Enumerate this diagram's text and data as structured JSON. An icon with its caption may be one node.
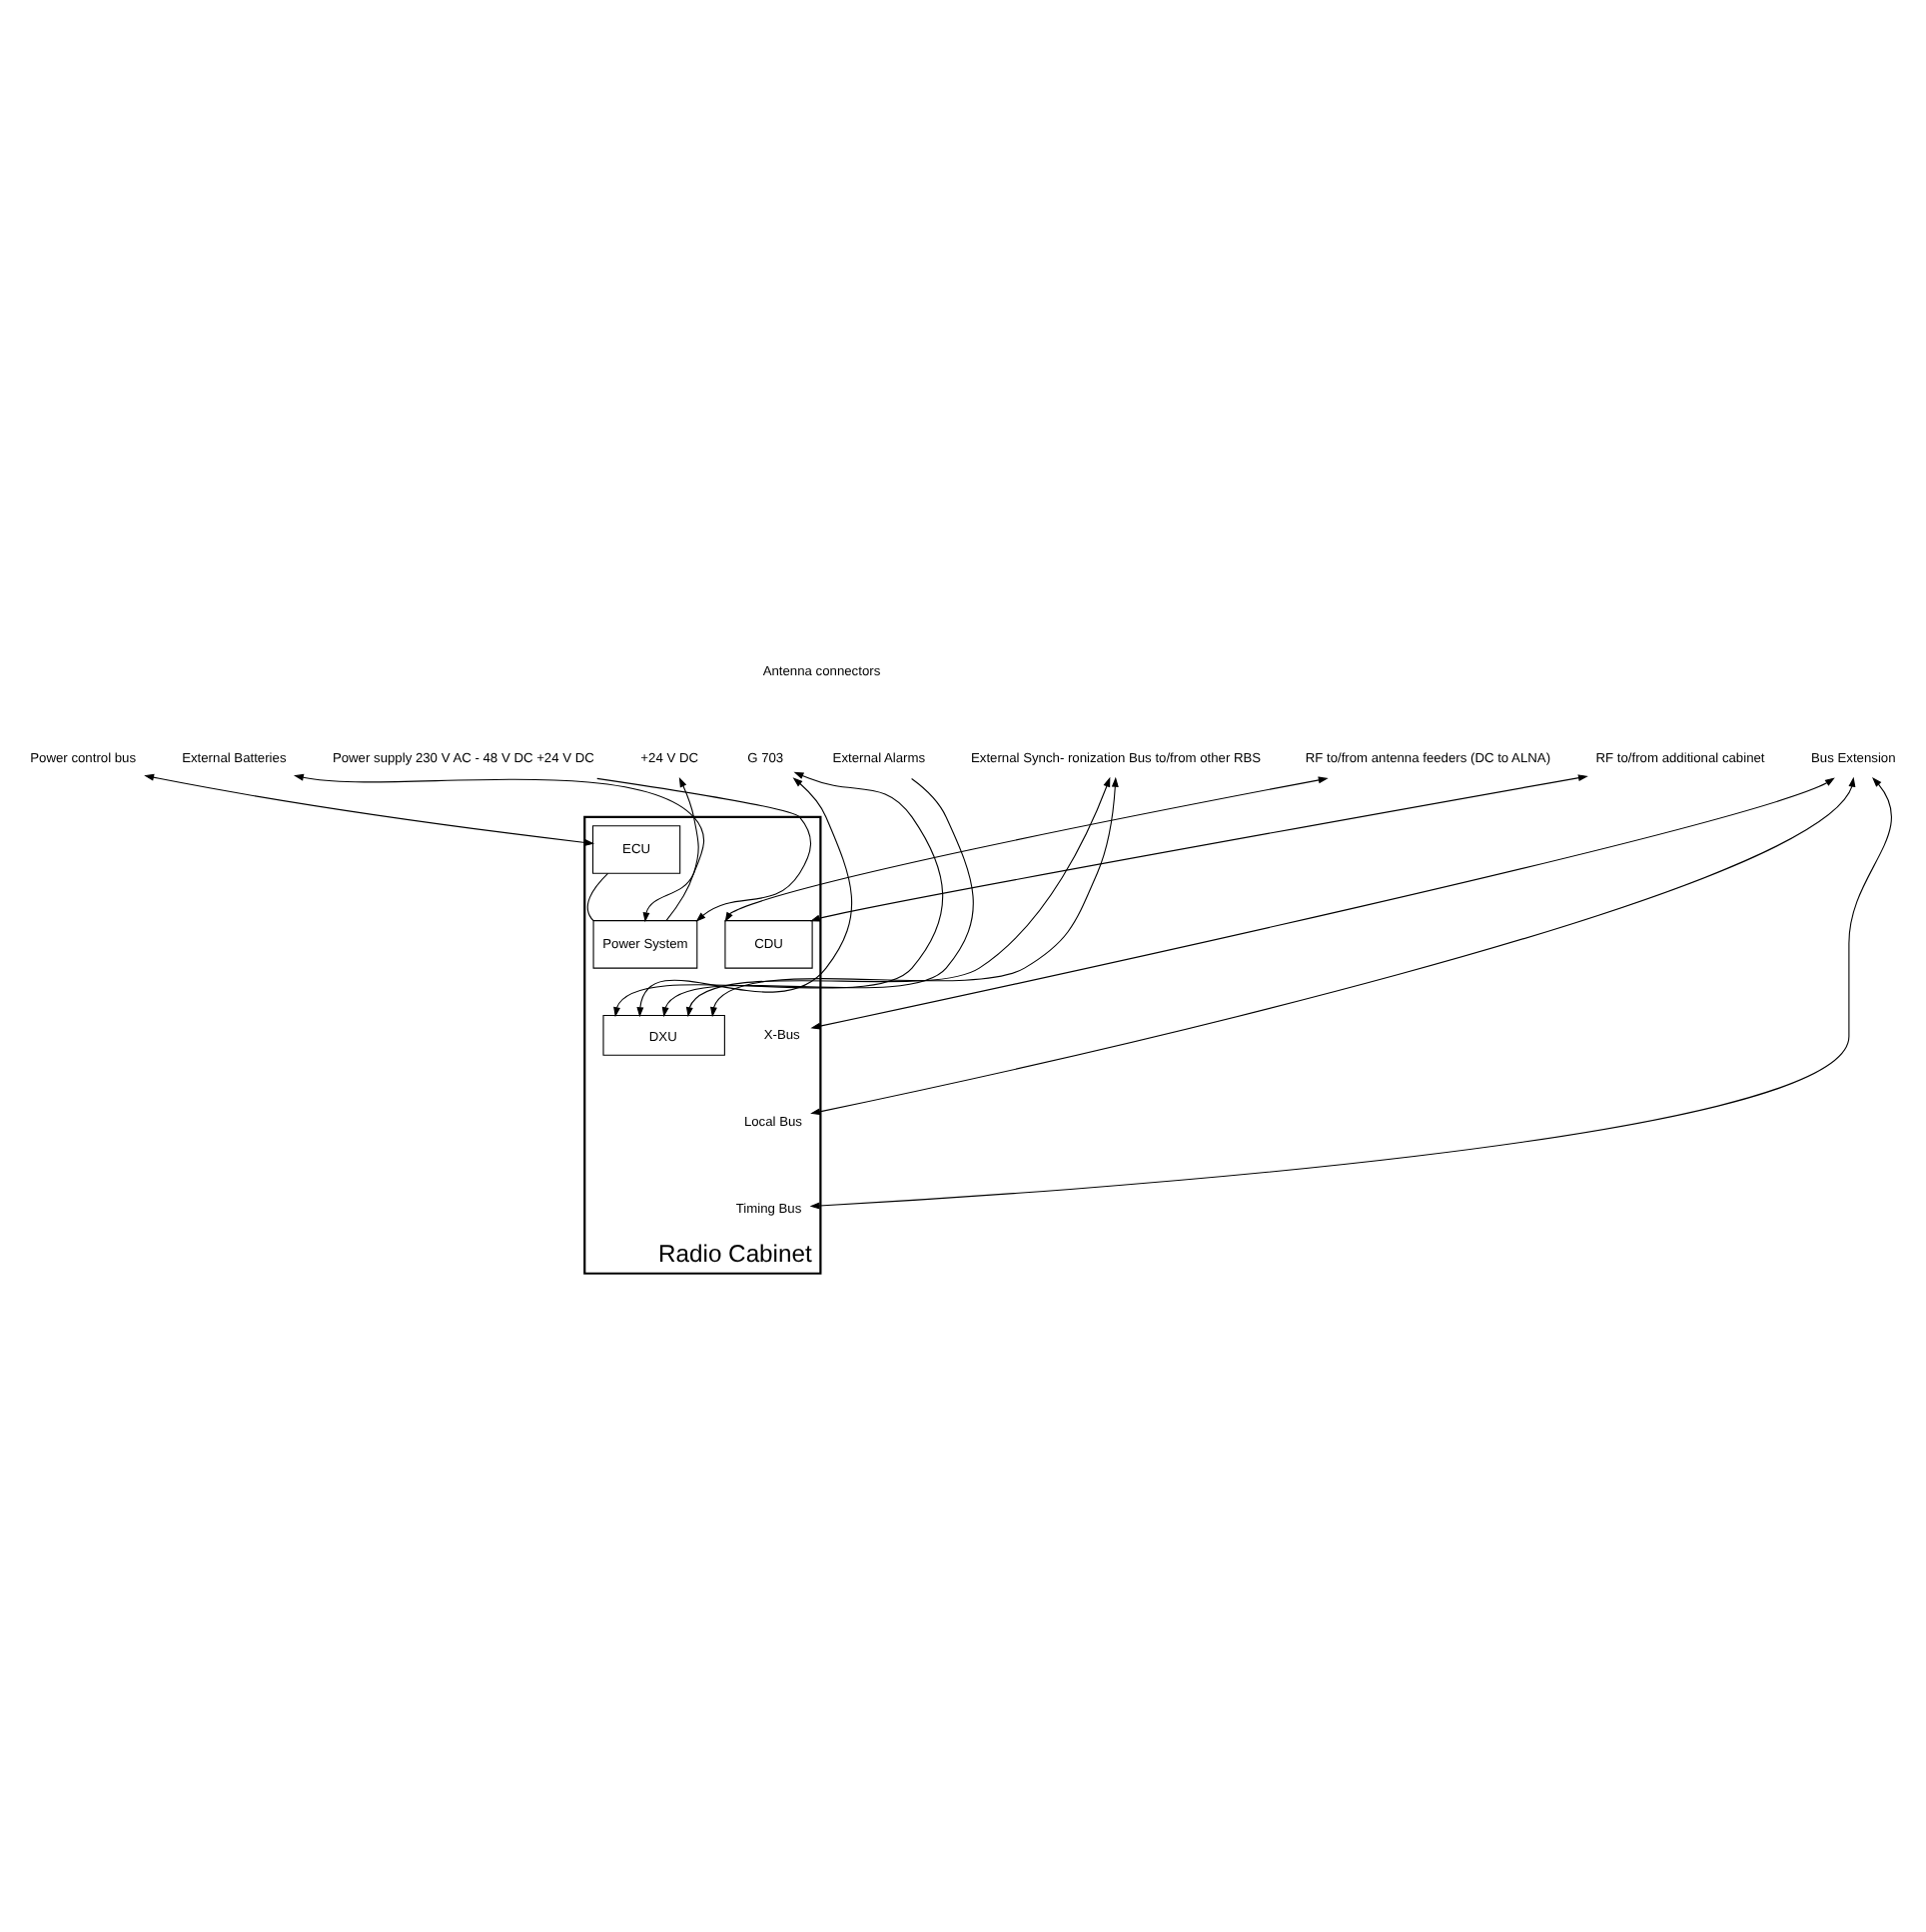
{
  "diagram": {
    "nodes": [
      {
        "text": [
          "Radio Cabinet"
        ]
      },
      {
        "text": [
          "Power control bus"
        ]
      },
      {
        "text": [
          "External Batteries"
        ]
      },
      {
        "text": [
          "Power supply 230 V AC - 48 V DC +24 V DC"
        ]
      },
      {
        "text": [
          "+24 V DC"
        ]
      },
      {
        "text": [
          "G 703"
        ]
      },
      {
        "text": [
          "External Alarms"
        ]
      },
      {
        "text": [
          "External Synch- ronization Bus to/from other RBS"
        ]
      },
      {
        "text": [
          "RF to/from antenna feeders (DC to ALNA)"
        ]
      },
      {
        "text": [
          "RF to/from additional cabinet"
        ]
      },
      {
        "text": [
          "Bus Extension"
        ]
      },
      {
        "text": [
          "ECU"
        ],
        "in": 0
      },
      {
        "text": [
          "Power System"
        ],
        "in": 0
      },
      {
        "text": [
          "DXU"
        ],
        "in": 0
      },
      {
        "text": [
          "CDU"
        ],
        "in": 0
      },
      {
        "text": [
          "X-Bus"
        ],
        "in": 0
      },
      {
        "text": [
          "Local Bus"
        ],
        "in": 0
      },
      {
        "text": [
          "Timing Bus"
        ],
        "in": 0
      }
    ],
    "edges": [
      {
        "from": 1,
        "to": 11,
        "arrow": "both"
      },
      {
        "from": 11,
        "to": 12,
        "arrow": "none"
      },
      {
        "from": 2,
        "to": 12,
        "arrow": "both"
      },
      {
        "from": 3,
        "to": 12,
        "arrow": "to"
      },
      {
        "from": 12,
        "to": 4,
        "arrow": "to"
      },
      {
        "from": 5,
        "to": 13,
        "arrow": "both"
      },
      {
        "from": 5,
        "to": 13,
        "arrow": "both"
      },
      {
        "from": 6,
        "to": 13,
        "arrow": "to"
      },
      {
        "from": 7,
        "to": 13,
        "arrow": "both"
      },
      {
        "from": 7,
        "to": 13,
        "arrow": "both"
      },
      {
        "from": 8,
        "to": 14,
        "arrow": "both"
      },
      {
        "from": 9,
        "to": 14,
        "arrow": "both"
      },
      {
        "from": 10,
        "to": 15,
        "arrow": "both"
      },
      {
        "from": 10,
        "to": 16,
        "arrow": "both"
      },
      {
        "from": 10,
        "to": 17,
        "arrow": "both"
      }
    ],
    "labels": [
      "Antenna connectors"
    ]
  }
}
